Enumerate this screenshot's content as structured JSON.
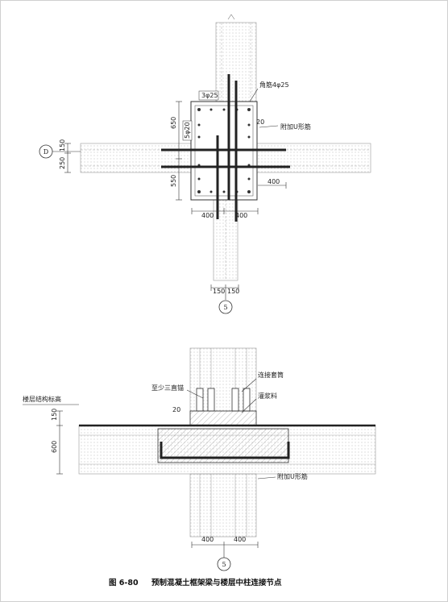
{
  "plan": {
    "axis_row": "D",
    "axis_col": "5",
    "label_corner_bars": "角筋4φ25",
    "label_top_bars": "3φ25",
    "label_side_bars": "5φ20",
    "label_u_bar": "附加U形筋",
    "dim_left_top": "650",
    "dim_left_bottom": "550",
    "dim_beam_upper": "150",
    "dim_beam_lower": "250",
    "dim_right_400": "400",
    "dim_bottom_left_400": "400",
    "dim_bottom_right_400": "400",
    "dim_wall_150a": "150",
    "dim_wall_150b": "150",
    "dim_20": "20"
  },
  "section": {
    "axis_col": "5",
    "label_sleeve": "连接套筒",
    "label_grout": "灌浆料",
    "label_three_straight": "至少三直锚",
    "label_floor_level": "楼层结构标高",
    "label_u_bar": "附加U形筋",
    "dim_150": "150",
    "dim_600": "600",
    "dim_20": "20",
    "dim_400_left": "400",
    "dim_400_right": "400"
  },
  "caption": {
    "number": "图 6-80",
    "text": "预制混凝土框架梁与楼层中柱连接节点"
  }
}
